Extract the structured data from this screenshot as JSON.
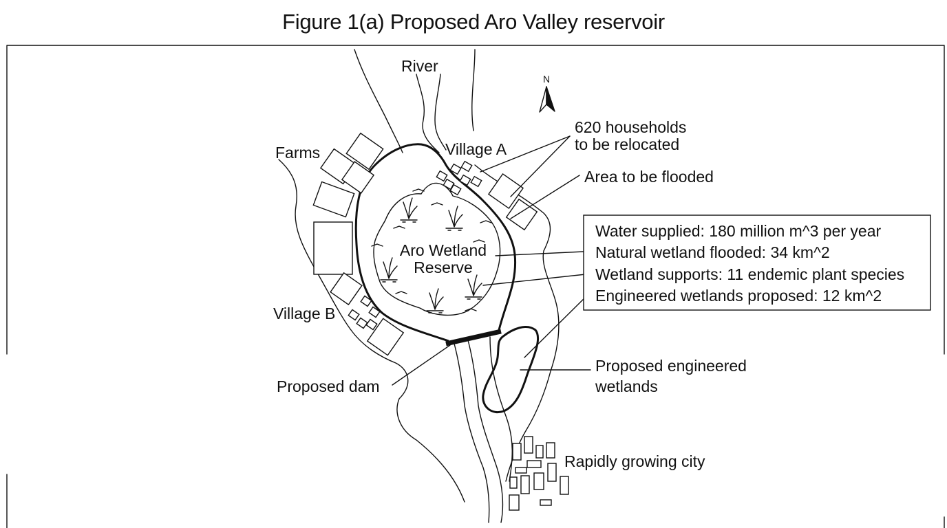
{
  "title": "Figure 1(a) Proposed Aro Valley reservoir",
  "map": {
    "north_label": "N",
    "river_label": "River",
    "farms_label": "Farms",
    "village_a_label": "Village A",
    "village_b_label": "Village B",
    "households_label_line1": "620 households",
    "households_label_line2": "to be relocated",
    "flood_area_label": "Area to be flooded",
    "wetland_label_line1": "Aro Wetland",
    "wetland_label_line2": "Reserve",
    "dam_label": "Proposed dam",
    "engineered_label_line1": "Proposed engineered",
    "engineered_label_line2": "wetlands",
    "city_label": "Rapidly growing city"
  },
  "info_box": {
    "line1": "Water supplied: 180 million m^3 per year",
    "line2": "Natural wetland flooded: 34 km^2",
    "line3": "Wetland supports: 11 endemic plant species",
    "line4": "Engineered wetlands proposed: 12 km^2"
  }
}
